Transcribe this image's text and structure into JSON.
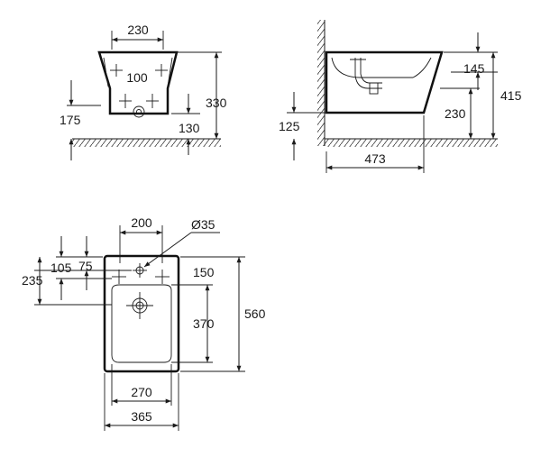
{
  "front_view": {
    "width_top": "230",
    "tap_spacing": "100",
    "height": "330",
    "left_height": "175",
    "bottom_offset": "130"
  },
  "side_view": {
    "top_offset": "145",
    "overall_height": "415",
    "fixing_height": "230",
    "floor_offset": "125",
    "depth": "473"
  },
  "top_view": {
    "hole_spacing": "200",
    "hole_diameter": "Ø35",
    "dim_105": "105",
    "dim_75": "75",
    "dim_235": "235",
    "dim_150": "150",
    "dim_370": "370",
    "overall_length": "560",
    "inner_width": "270",
    "overall_width": "365"
  }
}
